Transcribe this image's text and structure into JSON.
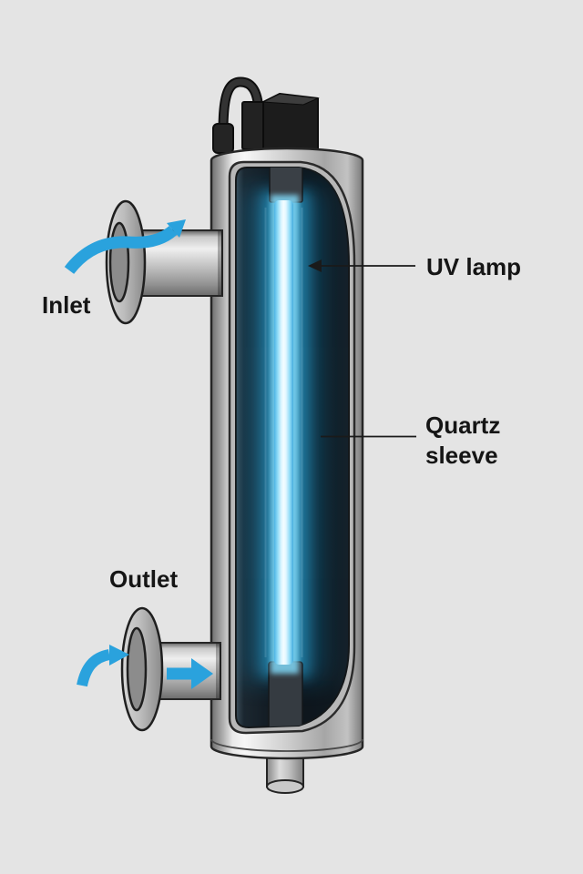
{
  "diagram": {
    "type": "uv-water-sterilizer-cutaway",
    "labels": {
      "inlet": "Inlet",
      "outlet": "Outlet",
      "uv_lamp": "UV lamp",
      "quartz_sleeve": "Quartz sleeve"
    },
    "colors": {
      "background": "#e4e4e4",
      "arrow-blue": "#2aa2dd",
      "lamp-core": "#f2fdff",
      "lamp-glow": "#35b5e8",
      "chamber-dark": "#0d141b",
      "metal-light": "#f2f2f2",
      "metal-dark": "#7d7d7d",
      "cable-black": "#1f1f1f",
      "pointer-line": "#1a1a1a",
      "text": "#151515"
    },
    "icons": {
      "inlet_flow": "curved-arrow-up-right",
      "outlet_flow_curved": "curved-arrow-right",
      "outlet_flow_straight": "arrow-right",
      "uv_lamp_pointer": "leader-line-arrow-left",
      "quartz_sleeve_pointer": "leader-line"
    }
  }
}
